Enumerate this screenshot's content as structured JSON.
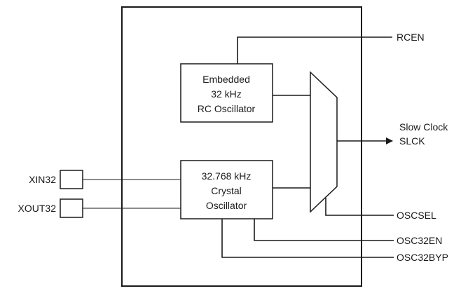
{
  "rc_oscillator": {
    "line1": "Embedded",
    "line2": "32 kHz",
    "line3": "RC Oscillator"
  },
  "crystal_oscillator": {
    "line1": "32.768 kHz",
    "line2": "Crystal",
    "line3": "Oscillator"
  },
  "pins": {
    "xin": "XIN32",
    "xout": "XOUT32"
  },
  "signals": {
    "rcen": "RCEN",
    "oscsel": "OSCSEL",
    "osc32en": "OSC32EN",
    "osc32byp": "OSC32BYP"
  },
  "output": {
    "line1": "Slow Clock",
    "line2": "SLCK"
  },
  "colors": {
    "stroke": "#1a1a1a",
    "background": "#ffffff"
  }
}
